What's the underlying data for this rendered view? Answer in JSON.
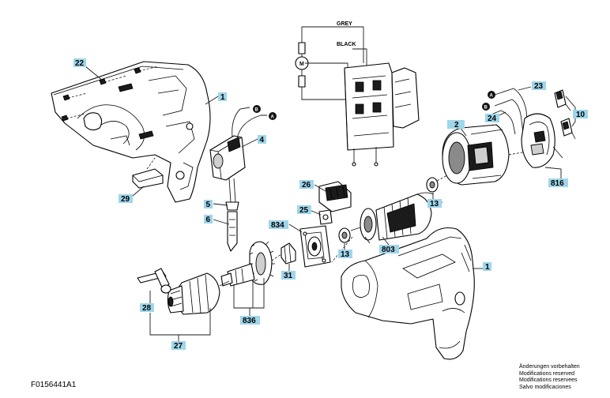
{
  "document_code": "F0156441A1",
  "notes": [
    "Änderungen vorbehalten",
    "Modifications reserved",
    "Modifications reservees",
    "Salvo modificaciones"
  ],
  "wire_labels": {
    "grey": "GREY",
    "black": "BLACK",
    "motor": "M"
  },
  "connectors": {
    "a": "A",
    "b": "B"
  },
  "part_labels": [
    {
      "id": "22",
      "name": "housing-screws"
    },
    {
      "id": "1",
      "name": "housing-half-left"
    },
    {
      "id": "4",
      "name": "switch"
    },
    {
      "id": "29",
      "name": "switch-lever"
    },
    {
      "id": "5",
      "name": "cable-clamp"
    },
    {
      "id": "6",
      "name": "power-cord"
    },
    {
      "id": "23",
      "name": "field-lead-a"
    },
    {
      "id": "24",
      "name": "field-lead-b"
    },
    {
      "id": "2",
      "name": "field-coil"
    },
    {
      "id": "10",
      "name": "carbon-brushes"
    },
    {
      "id": "816",
      "name": "brush-holder"
    },
    {
      "id": "26",
      "name": "brush-plate"
    },
    {
      "id": "25",
      "name": "baffle-plate"
    },
    {
      "id": "13",
      "name": "bearing-top"
    },
    {
      "id": "834",
      "name": "bearing-plate"
    },
    {
      "id": "13",
      "name": "bearing-lower"
    },
    {
      "id": "803",
      "name": "armature"
    },
    {
      "id": "31",
      "name": "pinion"
    },
    {
      "id": "1",
      "name": "housing-complete"
    },
    {
      "id": "28",
      "name": "chuck-key"
    },
    {
      "id": "836",
      "name": "gear-assembly"
    },
    {
      "id": "27",
      "name": "chuck"
    }
  ]
}
